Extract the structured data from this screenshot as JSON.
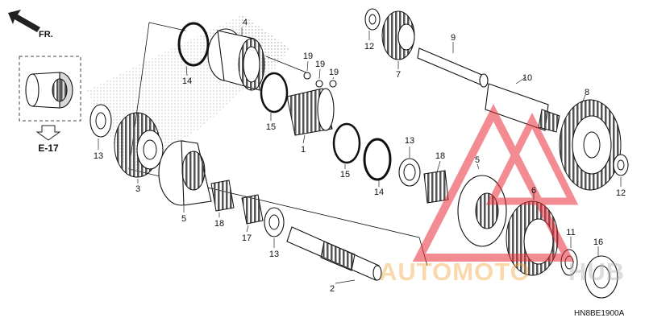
{
  "diagram": {
    "direction_label": "FR.",
    "reference_label": "E-17",
    "drawing_code": "HN8BE1900A",
    "watermark": {
      "text_a": "AUTOMOTO",
      "text_b": "HUB",
      "color_a": "#f2a33a",
      "color_b": "#b0b0b0",
      "logo_color": "#e8303a"
    },
    "callouts": [
      {
        "id": "c1",
        "part": "1"
      },
      {
        "id": "c2",
        "part": "2"
      },
      {
        "id": "c3",
        "part": "3"
      },
      {
        "id": "c4",
        "part": "4"
      },
      {
        "id": "c5a",
        "part": "5"
      },
      {
        "id": "c5b",
        "part": "5"
      },
      {
        "id": "c6",
        "part": "6"
      },
      {
        "id": "c7",
        "part": "7"
      },
      {
        "id": "c8",
        "part": "8"
      },
      {
        "id": "c9",
        "part": "9"
      },
      {
        "id": "c10",
        "part": "10"
      },
      {
        "id": "c11",
        "part": "11"
      },
      {
        "id": "c12a",
        "part": "12"
      },
      {
        "id": "c12b",
        "part": "12"
      },
      {
        "id": "c13a",
        "part": "13"
      },
      {
        "id": "c13b",
        "part": "13"
      },
      {
        "id": "c13c",
        "part": "13"
      },
      {
        "id": "c14a",
        "part": "14"
      },
      {
        "id": "c14b",
        "part": "14"
      },
      {
        "id": "c15a",
        "part": "15"
      },
      {
        "id": "c15b",
        "part": "15"
      },
      {
        "id": "c16",
        "part": "16"
      },
      {
        "id": "c17",
        "part": "17"
      },
      {
        "id": "c18a",
        "part": "18"
      },
      {
        "id": "c18b",
        "part": "18"
      },
      {
        "id": "c19a",
        "part": "19"
      },
      {
        "id": "c19b",
        "part": "19"
      },
      {
        "id": "c19c",
        "part": "19"
      }
    ]
  }
}
